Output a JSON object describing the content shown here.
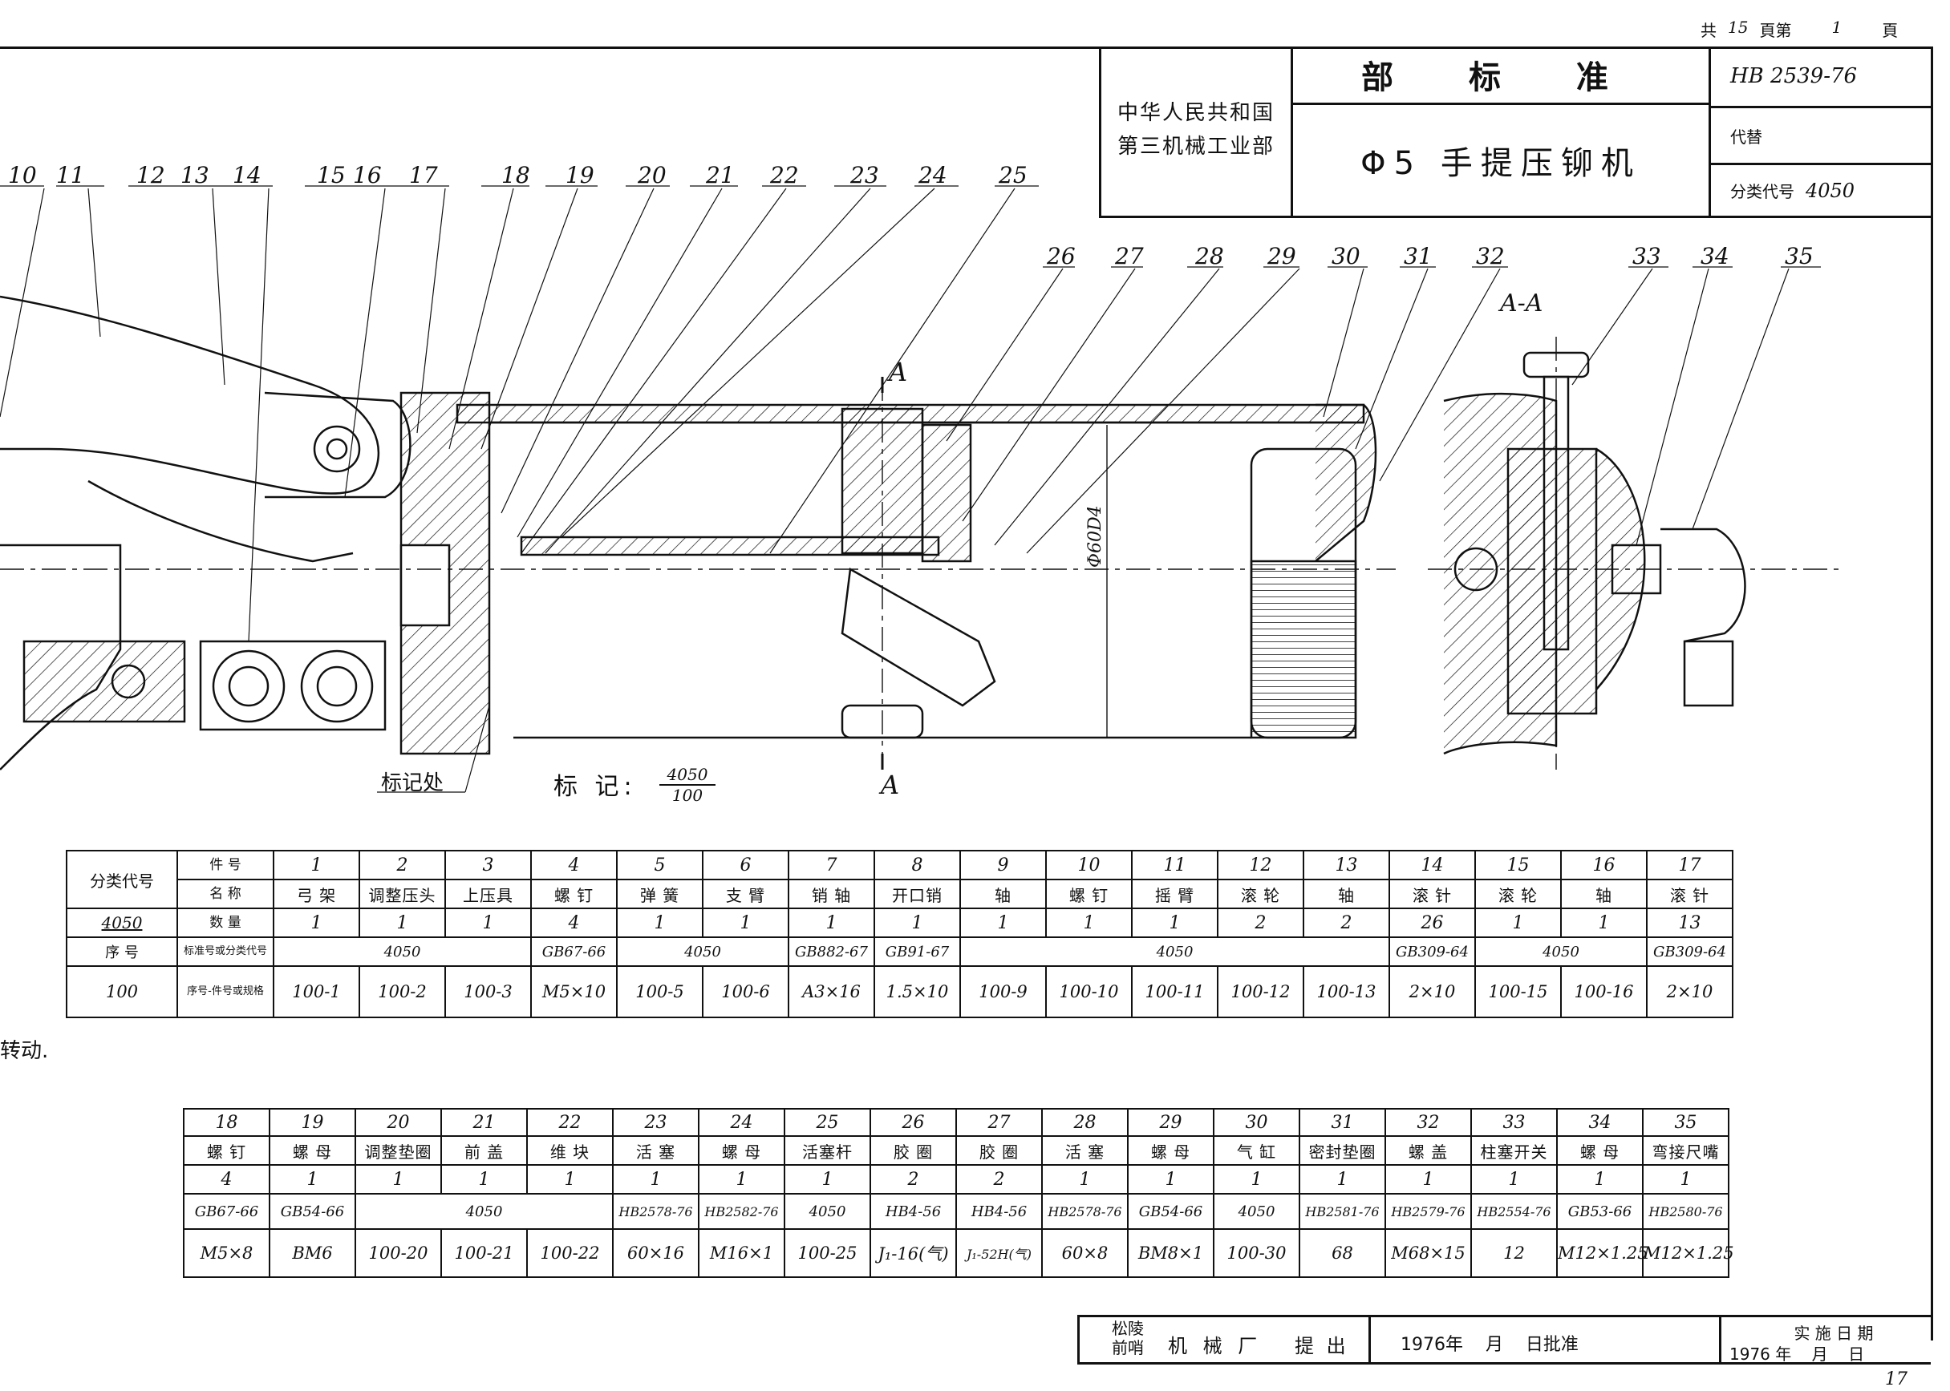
{
  "page_header": {
    "total_prefix": "共",
    "total": "15",
    "page_mid": "頁第",
    "page": "1",
    "page_suffix": "頁"
  },
  "title_block": {
    "country": "中华人民共和国",
    "ministry": "第三机械工业部",
    "std_type": "部 标 准",
    "title": "Φ5 手提压铆机",
    "std_no": "HB 2539-76",
    "replace_label": "代替",
    "class_label": "分类代号",
    "class_value": "4050"
  },
  "drawing": {
    "callouts_top": [
      "10",
      "11",
      "12",
      "13",
      "14",
      "15",
      "16",
      "17",
      "18",
      "19",
      "20",
      "21",
      "22",
      "23",
      "24",
      "25"
    ],
    "callouts_mid": [
      "26",
      "27",
      "28",
      "29",
      "30",
      "31",
      "32",
      "33",
      "34",
      "35"
    ],
    "section_top": "A",
    "section_bottom": "A",
    "section_view": "A-A",
    "dim_label": "Φ60D4",
    "mark_place": "标记处",
    "mark_label": "标  记:",
    "mark_num": "4050",
    "mark_den": "100",
    "side_note": "转动."
  },
  "table1": {
    "row_labels": [
      "件 号",
      "名 称",
      "数 量",
      "标准号或分类代号",
      "序号-件号或规格"
    ],
    "class_block": {
      "label": "分类代号",
      "value": "4050",
      "seq_label": "序 号",
      "seq_value": "100"
    },
    "item_no": [
      "1",
      "2",
      "3",
      "4",
      "5",
      "6",
      "7",
      "8",
      "9",
      "10",
      "11",
      "12",
      "13",
      "14",
      "15",
      "16",
      "17"
    ],
    "names": [
      "弓 架",
      "调整压头",
      "上压具",
      "螺 钉",
      "弹 簧",
      "支 臂",
      "销 轴",
      "开口销",
      "轴",
      "螺 钉",
      "摇 臂",
      "滚 轮",
      "轴",
      "滚 针",
      "滚 轮",
      "轴",
      "滚 针"
    ],
    "qty": [
      "1",
      "1",
      "1",
      "4",
      "1",
      "1",
      "1",
      "1",
      "1",
      "1",
      "1",
      "2",
      "2",
      "26",
      "1",
      "1",
      "13"
    ],
    "std": [
      {
        "text": "4050",
        "span": 3
      },
      {
        "text": "GB67-66",
        "span": 1
      },
      {
        "text": "4050",
        "span": 2
      },
      {
        "text": "GB882-67",
        "span": 1
      },
      {
        "text": "GB91-67",
        "span": 1
      },
      {
        "text": "4050",
        "span": 5
      },
      {
        "text": "GB309-64",
        "span": 1
      },
      {
        "text": "4050",
        "span": 2
      },
      {
        "text": "GB309-64",
        "span": 1
      }
    ],
    "spec": [
      "100-1",
      "100-2",
      "100-3",
      "M5×10",
      "100-5",
      "100-6",
      "A3×16",
      "1.5×10",
      "100-9",
      "100-10",
      "100-11",
      "100-12",
      "100-13",
      "2×10",
      "100-15",
      "100-16",
      "2×10"
    ]
  },
  "table2": {
    "item_no": [
      "18",
      "19",
      "20",
      "21",
      "22",
      "23",
      "24",
      "25",
      "26",
      "27",
      "28",
      "29",
      "30",
      "31",
      "32",
      "33",
      "34",
      "35"
    ],
    "names": [
      "螺 钉",
      "螺 母",
      "调整垫圈",
      "前 盖",
      "维 块",
      "活 塞",
      "螺 母",
      "活塞杆",
      "胶 圈",
      "胶 圈",
      "活 塞",
      "螺 母",
      "气 缸",
      "密封垫圈",
      "螺 盖",
      "柱塞开关",
      "螺 母",
      "弯接尺嘴"
    ],
    "qty": [
      "4",
      "1",
      "1",
      "1",
      "1",
      "1",
      "1",
      "1",
      "2",
      "2",
      "1",
      "1",
      "1",
      "1",
      "1",
      "1",
      "1",
      "1"
    ],
    "std": [
      {
        "text": "GB67-66",
        "span": 1
      },
      {
        "text": "GB54-66",
        "span": 1
      },
      {
        "text": "4050",
        "span": 3
      },
      {
        "text": "HB2578-76",
        "span": 1
      },
      {
        "text": "HB2582-76",
        "span": 1
      },
      {
        "text": "4050",
        "span": 1
      },
      {
        "text": "HB4-56",
        "span": 1
      },
      {
        "text": "HB4-56",
        "span": 1
      },
      {
        "text": "HB2578-76",
        "span": 1
      },
      {
        "text": "GB54-66",
        "span": 1
      },
      {
        "text": "4050",
        "span": 1
      },
      {
        "text": "HB2581-76",
        "span": 1
      },
      {
        "text": "HB2579-76",
        "span": 1
      },
      {
        "text": "HB2554-76",
        "span": 1
      },
      {
        "text": "GB53-66",
        "span": 1
      },
      {
        "text": "HB2580-76",
        "span": 1
      }
    ],
    "spec": [
      "M5×8",
      "BM6",
      "100-20",
      "100-21",
      "100-22",
      "60×16",
      "M16×1",
      "100-25",
      "J₁-16(气)",
      "J₁-52H(气)",
      "60×8",
      "BM8×1",
      "100-30",
      "68",
      "M68×15",
      "12",
      "M12×1.25",
      "M12×1.25"
    ]
  },
  "footer": {
    "org_top": "松陵",
    "org_bottom": "前哨",
    "factory": "机 械 厂",
    "proposed": "提 出",
    "approve_date": "1976年    月    日批准",
    "impl_label": "实 施 日 期",
    "impl_date": "1976 年    月    日",
    "page_corner": "17"
  }
}
